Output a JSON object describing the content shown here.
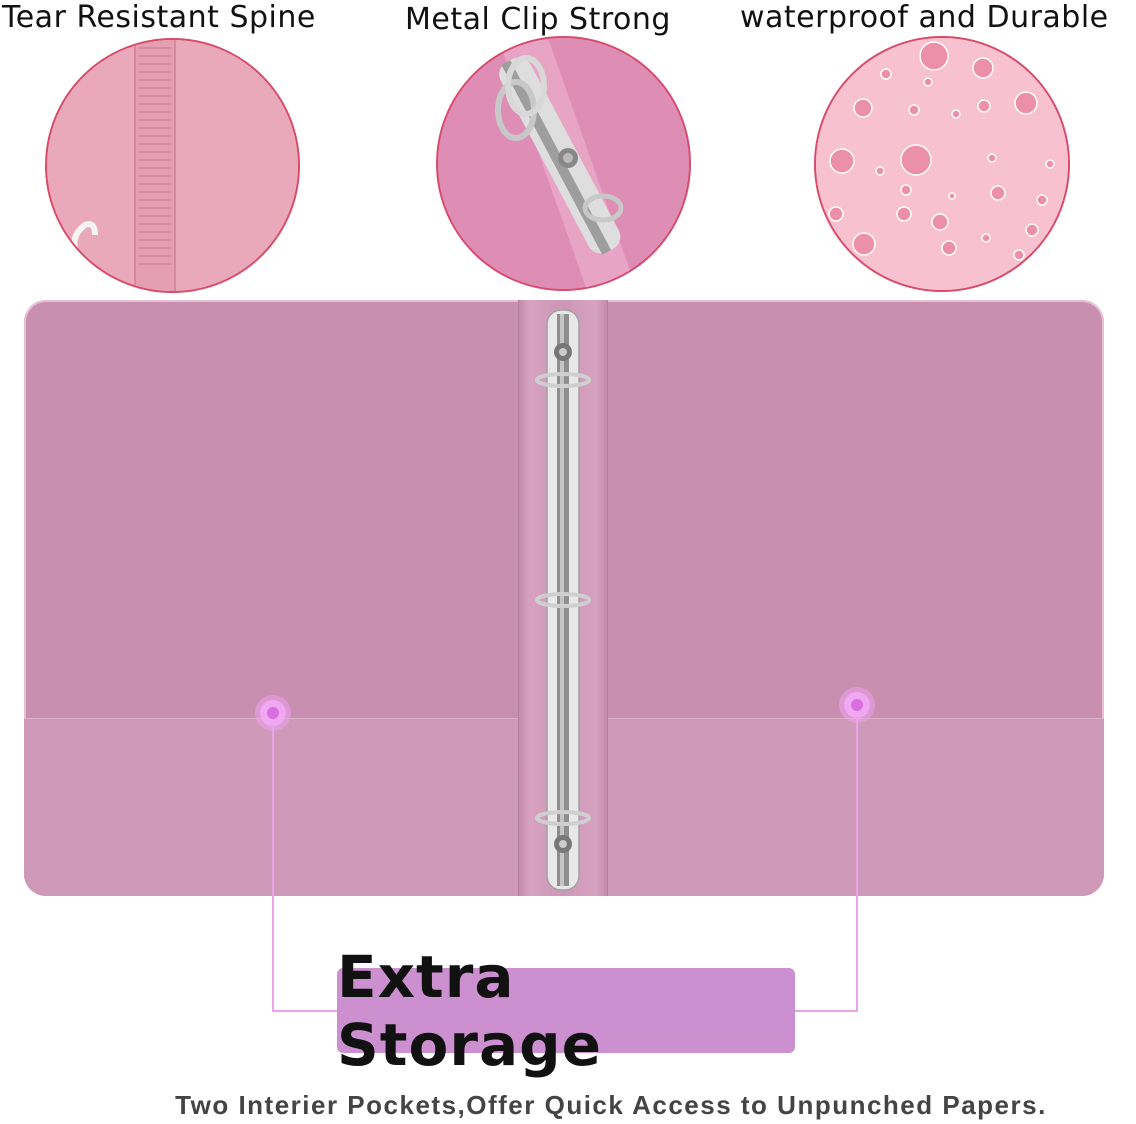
{
  "features": [
    {
      "label": "Tear Resistant Spine",
      "icon": "spine-icon"
    },
    {
      "label": "Metal Clip Strong",
      "icon": "ring-clip-icon"
    },
    {
      "label": "waterproof and Durable",
      "icon": "water-drops-icon"
    }
  ],
  "callout": {
    "title": "Extra Storage"
  },
  "caption": "Two Interier Pockets,Offer Quick Access to Unpunched Papers.",
  "colors": {
    "binder": "#c98fb0",
    "pocket": "#cf99b9",
    "callout_bg": "#cc90d0",
    "hotspot": "#d86ee0",
    "circle_border": "#d94a6a"
  }
}
